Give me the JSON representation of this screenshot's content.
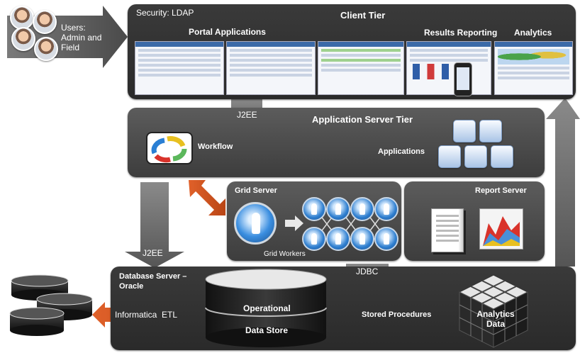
{
  "users": {
    "label": "Users:\nAdmin and\nField"
  },
  "client_tier": {
    "title": "Client Tier",
    "security": "Security: LDAP",
    "portal_apps": "Portal Applications",
    "results_reporting": "Results Reporting",
    "analytics": "Analytics"
  },
  "connectors": {
    "j2ee_top": "J2EE",
    "j2ee_left": "J2EE",
    "jdbc": "JDBC"
  },
  "app_tier": {
    "title": "Application Server Tier",
    "workflow": "Workflow",
    "applications": "Applications"
  },
  "grid": {
    "title": "Grid Server",
    "workers": "Grid Workers"
  },
  "report": {
    "title": "Report Server"
  },
  "db": {
    "title": "Database Server –\nOracle",
    "store_top": "Operational",
    "store_bottom": "Data Store",
    "etl": "Informatica  ETL",
    "stored_procs": "Stored Procedures",
    "analytics_data": "Analytics\nData"
  }
}
